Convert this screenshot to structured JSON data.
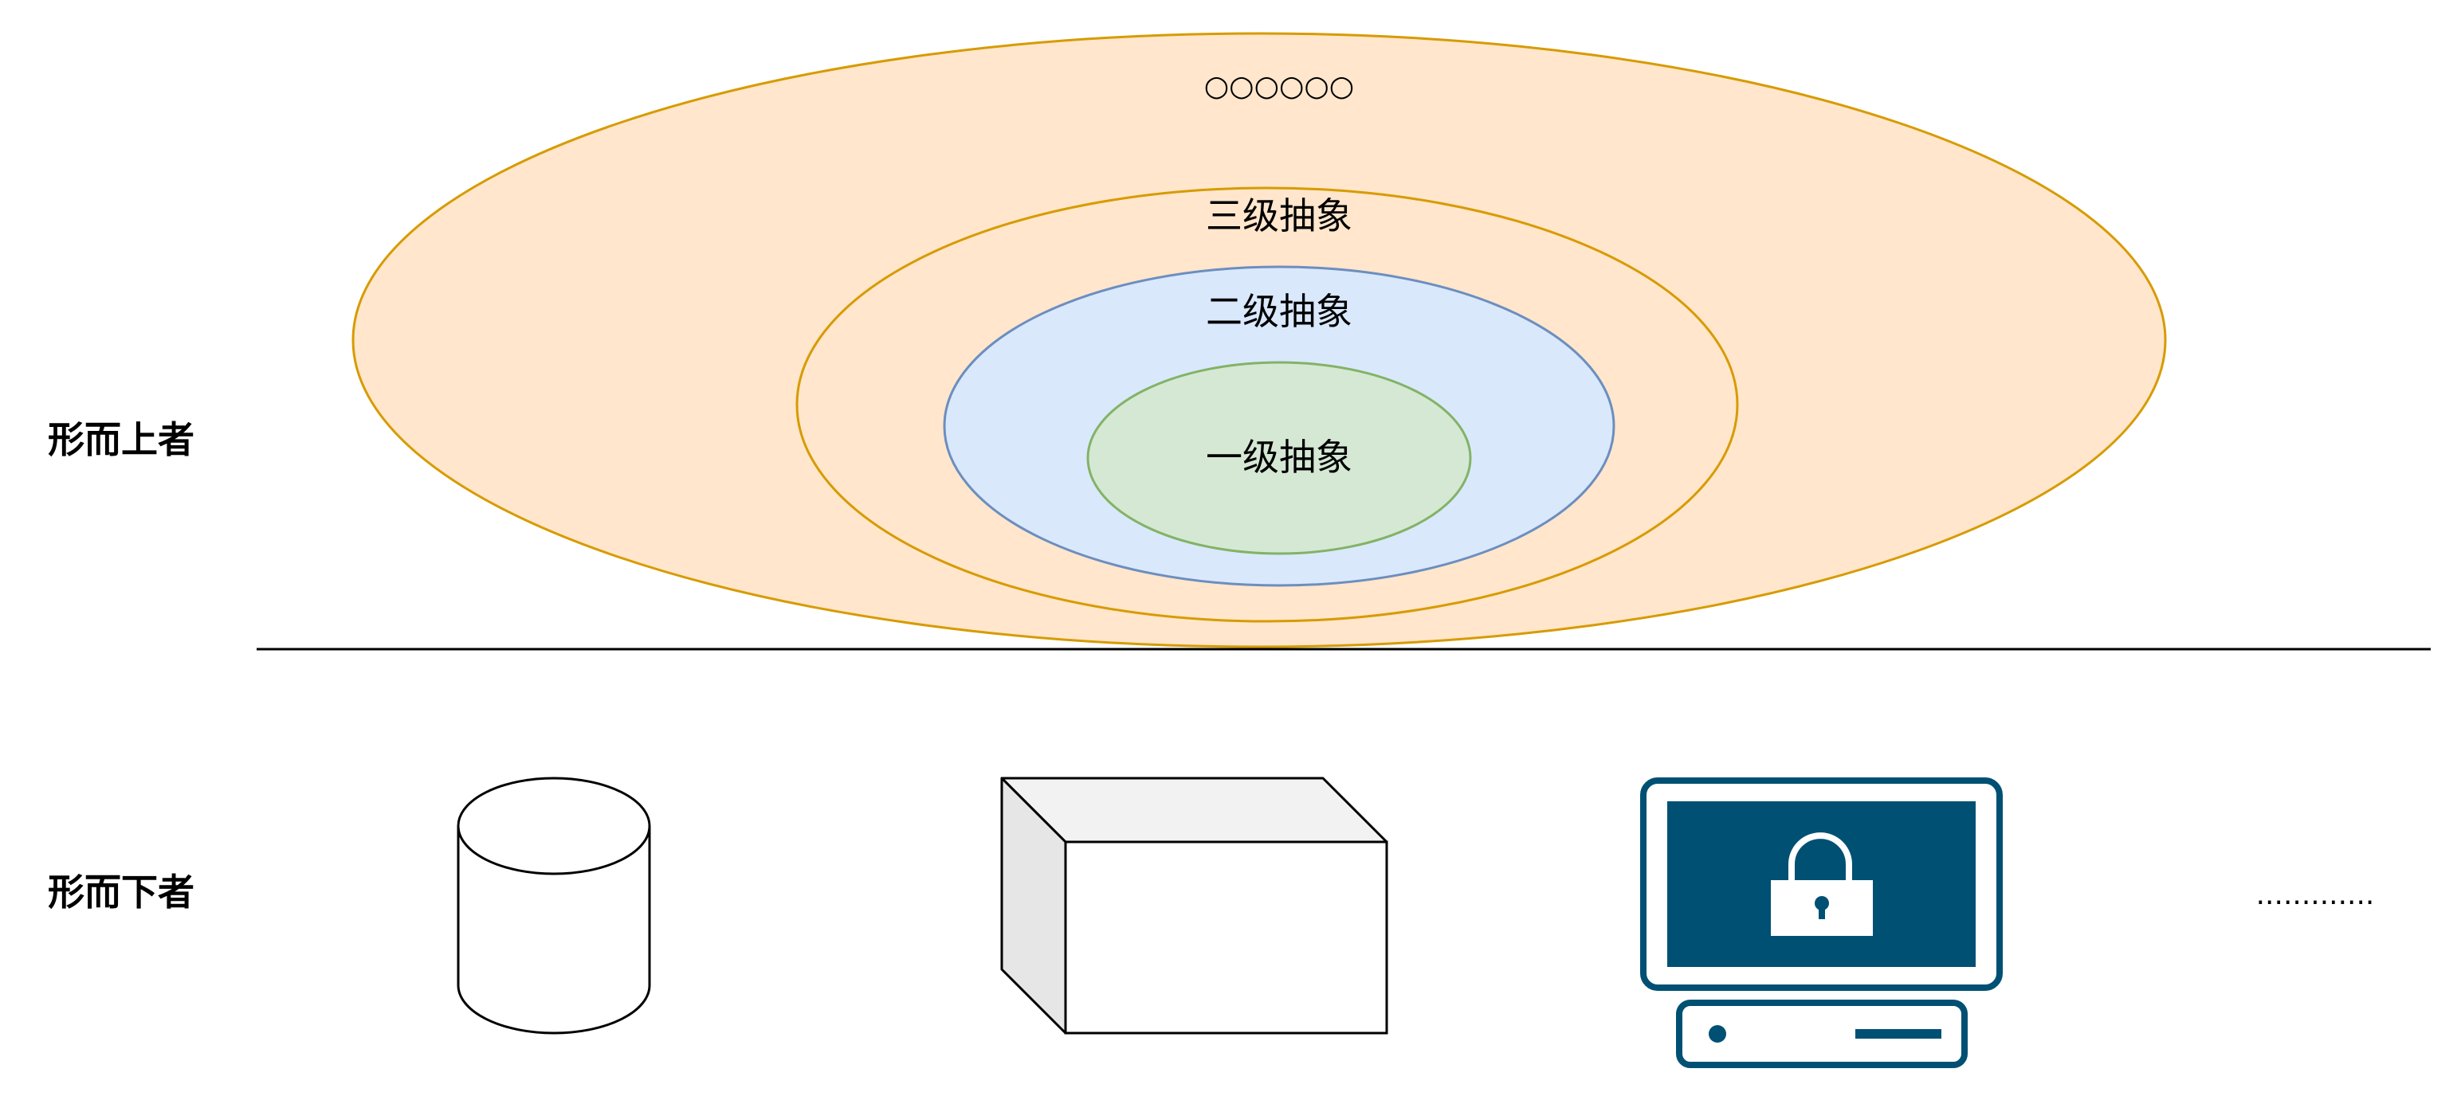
{
  "labels": {
    "above": "形而上者",
    "below": "形而下者"
  },
  "ellipses": {
    "outer_label": "○○○○○○",
    "level3": "三级抽象",
    "level2": "二级抽象",
    "level1": "一级抽象"
  },
  "bottom_more": ".............",
  "colors": {
    "orange_fill": "#ffe6cc",
    "orange_stroke": "#d79b00",
    "blue_fill": "#dae8fc",
    "blue_stroke": "#6c8ebf",
    "green_fill": "#d5e8d4",
    "green_stroke": "#82b366",
    "computer": "#005073",
    "cube_top": "#f2f2f2",
    "cube_side": "#e6e6e6"
  },
  "icons": [
    "cylinder-icon",
    "cube-icon",
    "locked-computer-icon"
  ]
}
